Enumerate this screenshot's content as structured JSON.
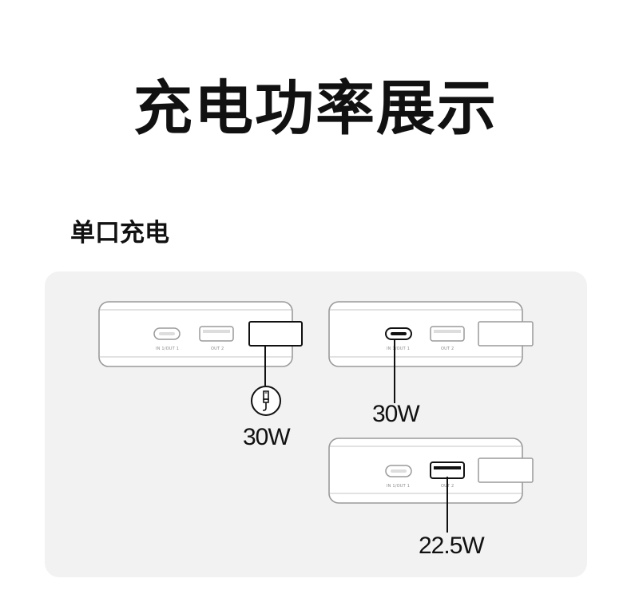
{
  "title": "充电功率展示",
  "section": {
    "title": "单口充电"
  },
  "port_labels": {
    "port1": "IN 1/OUT 1",
    "port2": "OUT 2"
  },
  "demos": [
    {
      "active_port": "input-lanyard",
      "power": "30W"
    },
    {
      "active_port": "usb-c",
      "power": "30W"
    },
    {
      "active_port": "usb-a",
      "power": "22.5W"
    }
  ],
  "icons": {
    "cable": "usb-cable-icon"
  },
  "colors": {
    "panel": "#f2f2f2",
    "outline": "#111111",
    "device_stroke": "#9a9a9a",
    "device_fill": "#ffffff"
  }
}
